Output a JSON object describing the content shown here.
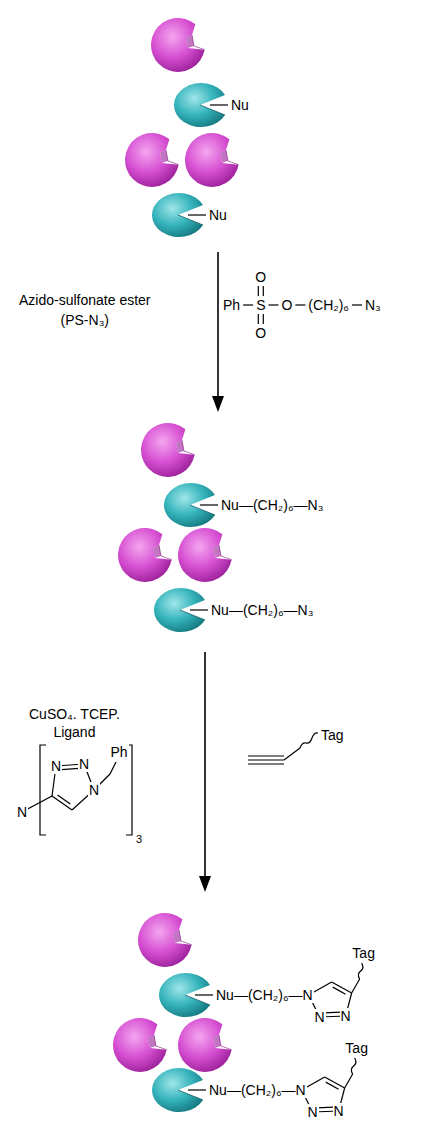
{
  "diagram": {
    "labels": [
      "Nu",
      "Nu",
      "Azido-sulfonate ester",
      "(PS-N₃)",
      "Ph",
      "S",
      "O",
      "(CH₂)₆",
      "N₃",
      "O",
      "O",
      "Nu—(CH₂)₆—N₃",
      "Nu—(CH₂)₆—N₃",
      "CuSO₄. TCEP.",
      "Ligand",
      "N",
      "N",
      "N",
      "N",
      "Ph",
      "3",
      "Tag",
      "Nu—(CH₂)₆—N",
      "N",
      "N",
      "Tag",
      "Nu—(CH₂)₆—N",
      "N",
      "N",
      "Tag"
    ]
  }
}
